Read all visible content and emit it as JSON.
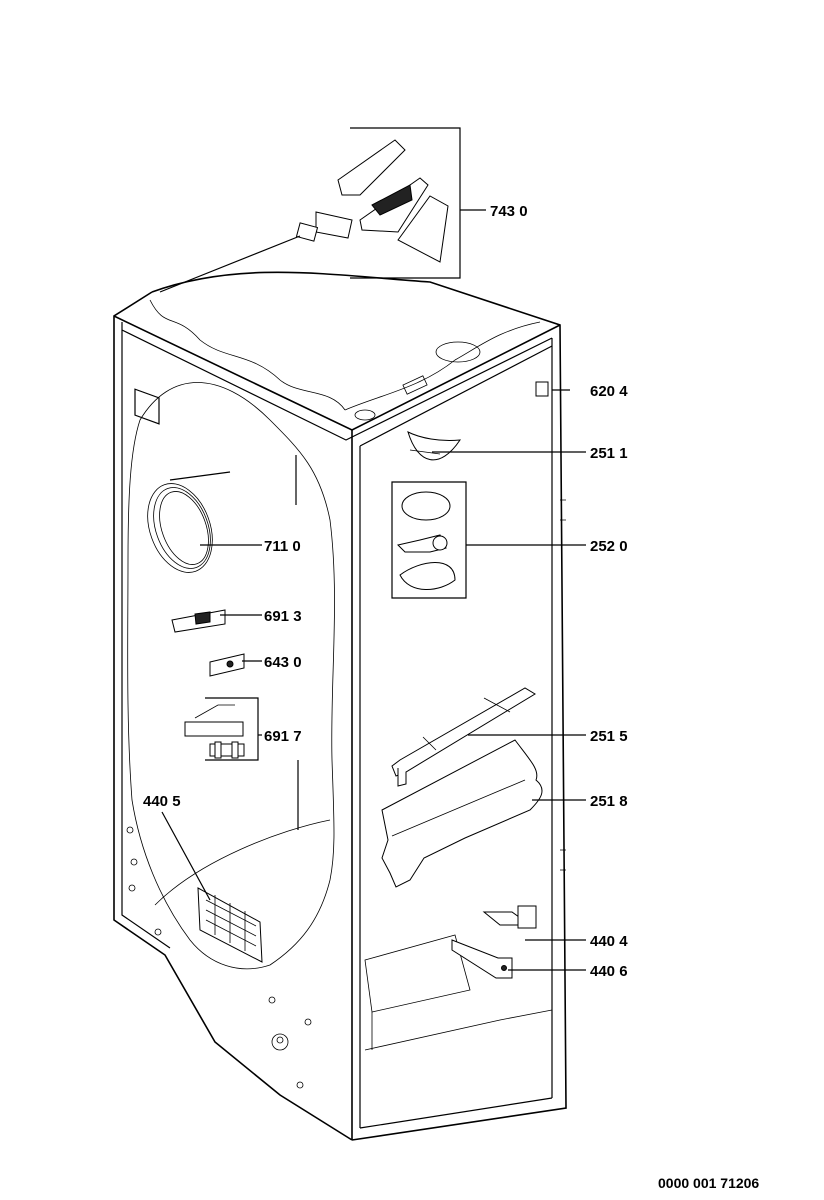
{
  "callouts": [
    {
      "id": "c7430",
      "text": "743 0"
    },
    {
      "id": "c6204",
      "text": "620 4"
    },
    {
      "id": "c2511",
      "text": "251 1"
    },
    {
      "id": "c7110",
      "text": "711 0"
    },
    {
      "id": "c2520",
      "text": "252 0"
    },
    {
      "id": "c6913",
      "text": "691 3"
    },
    {
      "id": "c6430",
      "text": "643 0"
    },
    {
      "id": "c6917",
      "text": "691 7"
    },
    {
      "id": "c2515",
      "text": "251 5"
    },
    {
      "id": "c4405",
      "text": "440 5"
    },
    {
      "id": "c2518",
      "text": "251 8"
    },
    {
      "id": "c4404",
      "text": "440 4"
    },
    {
      "id": "c4406",
      "text": "440 6"
    }
  ],
  "document_id": "0000 001 71206"
}
